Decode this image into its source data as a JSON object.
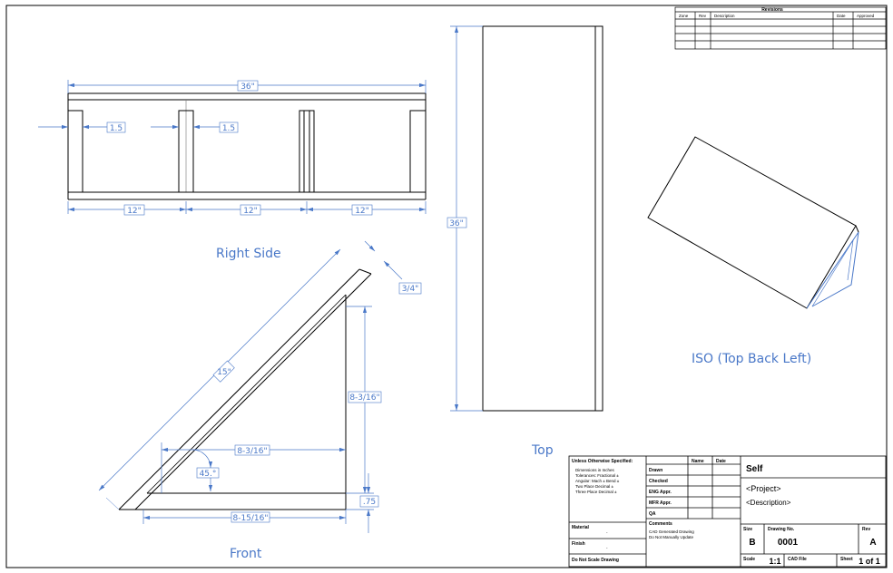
{
  "views": {
    "right_side": "Right Side",
    "front": "Front",
    "top": "Top",
    "iso": "ISO (Top Back Left)"
  },
  "dimensions": {
    "rs_total": "36\"",
    "rs_thick_1": "1.5",
    "rs_thick_2": "1.5",
    "rs_space_1": "12\"",
    "rs_space_2": "12\"",
    "rs_space_3": "12\"",
    "top_length": "36\"",
    "front_hyp": "15\"",
    "front_thickness": "3/4\"",
    "front_height": "8-3/16\"",
    "front_inner_width": "8-3/16\"",
    "front_base": "8-15/16\"",
    "front_base_thick": ".75",
    "front_angle": "45.°"
  },
  "revisions": {
    "title": "Revisions",
    "headers": [
      "Zone",
      "Rev",
      "Description",
      "Date",
      "Approved"
    ]
  },
  "title_block": {
    "specs_title": "Unless Otherwise Specified:",
    "specs_lines": [
      "Dimensions in Inches",
      "Tolerances: Fractional  ±",
      "Angular: Mach ±    Bend  ±",
      "Two Place Decimal        ±",
      "Three Place Decimal     ±"
    ],
    "name_header": "Name",
    "date_header": "Date",
    "roles": [
      "Drawn",
      "Checked",
      "ENG Appr.",
      "MFR Appr.",
      "QA"
    ],
    "comments_label": "Comments",
    "comments_lines": [
      "CAD Generated Drawing",
      "Do Not Manually Update"
    ],
    "material_label": "Material",
    "material_value": "-",
    "finish_label": "Finish",
    "finish_value": "-",
    "dnsd": "Do Not Scale Drawing",
    "company": "Self",
    "project": "<Project>",
    "description": "<Description>",
    "size_label": "Size",
    "size_value": "B",
    "dwg_label": "Drawing No.",
    "dwg_value": "0001",
    "rev_label": "Rev",
    "rev_value": "A",
    "scale_label": "Scale",
    "scale_value": "1:1",
    "cadfile_label": "CAD File",
    "sheet_label": "Sheet",
    "sheet_value": "1 of 1"
  }
}
